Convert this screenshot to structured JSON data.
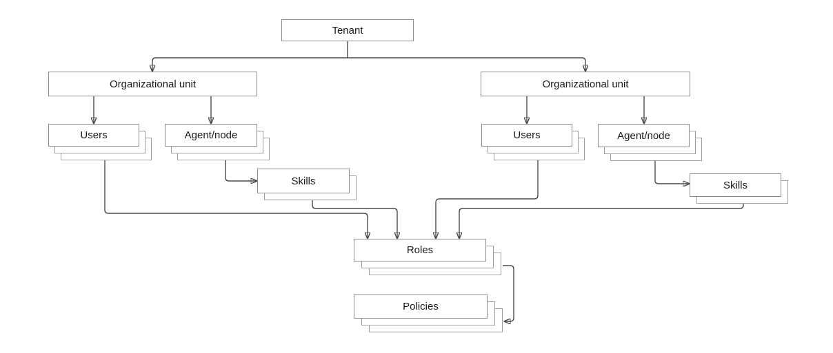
{
  "diagram": {
    "nodes": {
      "tenant": {
        "label": "Tenant"
      },
      "ou_left": {
        "label": "Organizational unit"
      },
      "ou_right": {
        "label": "Organizational unit"
      },
      "users_left": {
        "label": "Users"
      },
      "agent_node_left": {
        "label": "Agent/node"
      },
      "skills_left": {
        "label": "Skills"
      },
      "users_right": {
        "label": "Users"
      },
      "agent_node_right": {
        "label": "Agent/node"
      },
      "skills_right": {
        "label": "Skills"
      },
      "roles": {
        "label": "Roles"
      },
      "policies": {
        "label": "Policies"
      }
    },
    "edges": [
      {
        "from": "tenant",
        "to": "ou_left"
      },
      {
        "from": "tenant",
        "to": "ou_right"
      },
      {
        "from": "ou_left",
        "to": "users_left"
      },
      {
        "from": "ou_left",
        "to": "agent_node_left"
      },
      {
        "from": "ou_right",
        "to": "users_right"
      },
      {
        "from": "ou_right",
        "to": "agent_node_right"
      },
      {
        "from": "agent_node_left",
        "to": "skills_left"
      },
      {
        "from": "agent_node_right",
        "to": "skills_right"
      },
      {
        "from": "users_left",
        "to": "roles"
      },
      {
        "from": "skills_left",
        "to": "roles"
      },
      {
        "from": "users_right",
        "to": "roles"
      },
      {
        "from": "skills_right",
        "to": "roles"
      },
      {
        "from": "roles",
        "to": "policies"
      }
    ],
    "colors": {
      "background": "#ffffff",
      "box_fill": "#ffffff",
      "box_border": "#8c8c8c",
      "stack_border": "#9e9e9e",
      "line": "#4a4a4a",
      "arrowhead": "#333333",
      "text": "#1a1a1a"
    }
  }
}
